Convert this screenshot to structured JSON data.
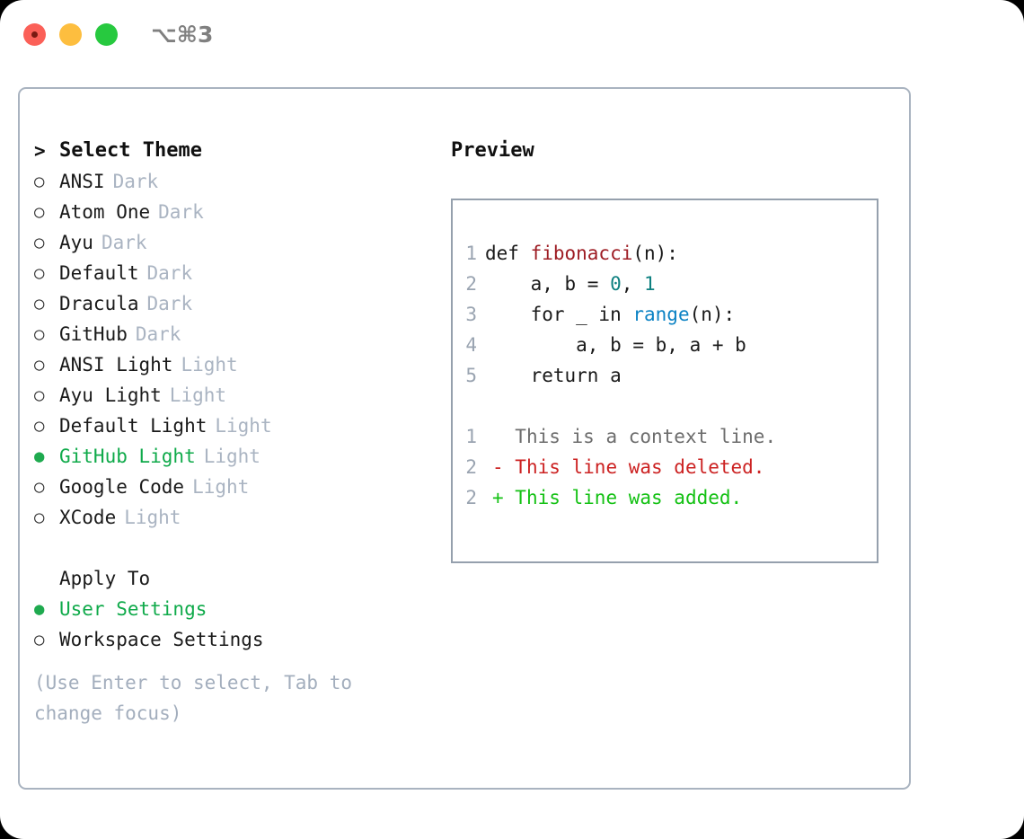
{
  "window": {
    "shortcut": "⌥⌘3",
    "traffic_lights": [
      "close-red",
      "minimize-yellow",
      "maximize-green"
    ],
    "colors": {
      "red": "#fb6058",
      "yellow": "#fdbe3f",
      "green": "#27c93f",
      "panel_border": "#a9b3c0",
      "preview_border": "#95a0ad",
      "accent_green": "#0faa4a",
      "tag_gray": "#aab4c2",
      "hint_gray": "#a3aebd"
    }
  },
  "theme_list": {
    "header": "Select Theme",
    "header_marker": ">",
    "marker_unselected": "○",
    "marker_selected": "●",
    "items": [
      {
        "name": "ANSI",
        "tag": "Dark",
        "selected": false
      },
      {
        "name": "Atom One",
        "tag": "Dark",
        "selected": false
      },
      {
        "name": "Ayu",
        "tag": "Dark",
        "selected": false
      },
      {
        "name": "Default",
        "tag": "Dark",
        "selected": false
      },
      {
        "name": "Dracula",
        "tag": "Dark",
        "selected": false
      },
      {
        "name": "GitHub",
        "tag": "Dark",
        "selected": false
      },
      {
        "name": "ANSI Light",
        "tag": "Light",
        "selected": false
      },
      {
        "name": "Ayu Light",
        "tag": "Light",
        "selected": false
      },
      {
        "name": "Default Light",
        "tag": "Light",
        "selected": false
      },
      {
        "name": "GitHub Light",
        "tag": "Light",
        "selected": true
      },
      {
        "name": "Google Code",
        "tag": "Light",
        "selected": false
      },
      {
        "name": "XCode",
        "tag": "Light",
        "selected": false
      }
    ]
  },
  "apply_to": {
    "header": "Apply To",
    "items": [
      {
        "name": "User Settings",
        "selected": true
      },
      {
        "name": "Workspace Settings",
        "selected": false
      }
    ]
  },
  "hint": "(Use Enter to select, Tab to change focus)",
  "preview": {
    "title": "Preview",
    "code_lines": [
      {
        "no": "1",
        "segments": [
          {
            "text": "def ",
            "type": "plain"
          },
          {
            "text": "fibonacci",
            "type": "function"
          },
          {
            "text": "(n):",
            "type": "plain"
          }
        ]
      },
      {
        "no": "2",
        "segments": [
          {
            "text": "    a, b = ",
            "type": "plain"
          },
          {
            "text": "0",
            "type": "number"
          },
          {
            "text": ", ",
            "type": "plain"
          },
          {
            "text": "1",
            "type": "number"
          }
        ]
      },
      {
        "no": "3",
        "segments": [
          {
            "text": "    for _ in ",
            "type": "plain"
          },
          {
            "text": "range",
            "type": "builtin"
          },
          {
            "text": "(n):",
            "type": "plain"
          }
        ]
      },
      {
        "no": "4",
        "segments": [
          {
            "text": "        a, b = b, a + b",
            "type": "plain"
          }
        ]
      },
      {
        "no": "5",
        "segments": [
          {
            "text": "    return a",
            "type": "plain"
          }
        ]
      }
    ],
    "diff_lines": [
      {
        "no": "1",
        "sign": " ",
        "text": "This is a context line.",
        "type": "context"
      },
      {
        "no": "2",
        "sign": "-",
        "text": "This line was deleted.",
        "type": "deleted"
      },
      {
        "no": "2",
        "sign": "+",
        "text": "This line was added.",
        "type": "added"
      }
    ]
  }
}
